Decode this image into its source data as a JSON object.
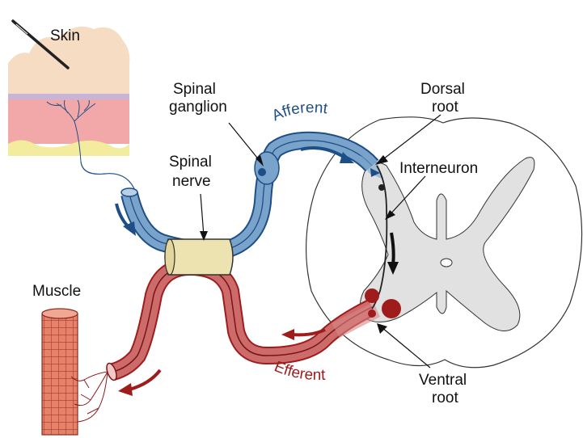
{
  "labels": {
    "skin": "Skin",
    "spinal_ganglion_1": "Spinal",
    "spinal_ganglion_2": "ganglion",
    "spinal_nerve_1": "Spinal",
    "spinal_nerve_2": "nerve",
    "dorsal_root_1": "Dorsal",
    "dorsal_root_2": "root",
    "interneuron": "Interneuron",
    "muscle": "Muscle",
    "ventral_root_1": "Ventral",
    "ventral_root_2": "root",
    "afferent": "Afferent",
    "efferent": "Efferent"
  },
  "colors": {
    "afferent_blue": "#6e9bc5",
    "afferent_dark": "#1d4f86",
    "efferent_red": "#c55a5a",
    "efferent_dark": "#9e1c1c",
    "ganglion_wrap": "#ede3b0",
    "grey_matter": "#e1e1e1",
    "skin_top": "#f7dcc4",
    "skin_dermis": "#f2a8a8",
    "skin_fat": "#f3ec9e",
    "muscle": "#e7826a"
  }
}
